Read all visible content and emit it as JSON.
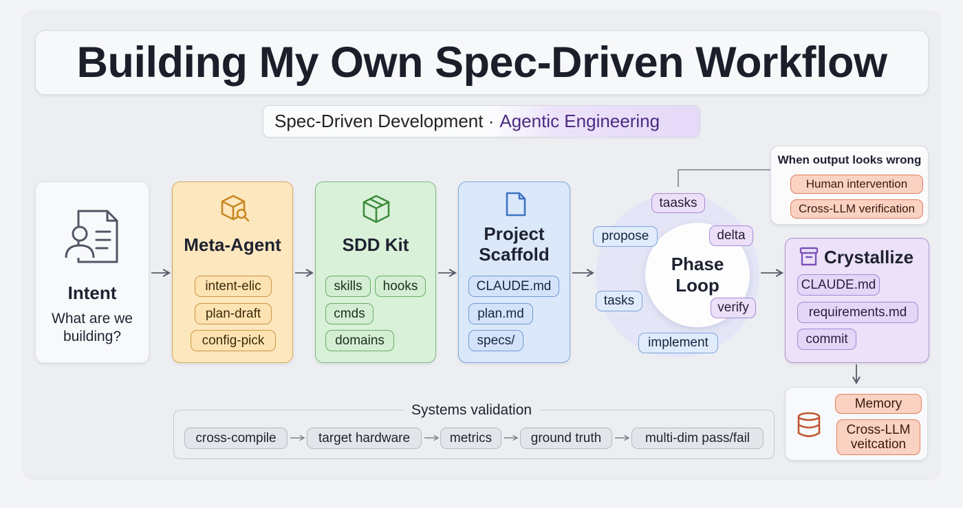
{
  "title": "Building My Own Spec-Driven Workflow",
  "subtitle": {
    "left": "Spec-Driven Development ·",
    "right": "Agentic Engineering"
  },
  "intent": {
    "icon": "user-document-icon",
    "title": "Intent",
    "text_line1": "What are we",
    "text_line2": "building?"
  },
  "meta_agent": {
    "icon": "cube-search-icon",
    "title": "Meta-Agent",
    "chips": [
      "intent-elic",
      "plan-draft",
      "config-pick"
    ]
  },
  "sdd_kit": {
    "icon": "package-icon",
    "title": "SDD Kit",
    "chips": [
      "skills",
      "hooks",
      "cmds",
      "domains"
    ]
  },
  "scaffold": {
    "icon": "file-icon",
    "title_line1": "Project",
    "title_line2": "Scaffold",
    "chips": [
      "CLAUDE.md",
      "plan.md",
      "specs/"
    ]
  },
  "phase_loop": {
    "title_line1": "Phase",
    "title_line2": "Loop",
    "steps": [
      "taasks",
      "delta",
      "verify",
      "implement",
      "tasks",
      "propose"
    ]
  },
  "when_wrong": {
    "title": "When output looks wrong",
    "items": [
      "Human intervention",
      "Cross-LLM verification"
    ]
  },
  "crystallize": {
    "icon": "archive-box-icon",
    "title": "Crystallize",
    "chips": [
      "CLAUDE.md",
      "requirements.md",
      "commit"
    ]
  },
  "memory": {
    "icon": "database-icon",
    "chips": [
      "Memory",
      "Cross-LLM veitcation"
    ],
    "chip2_line1": "Cross-LLM",
    "chip2_line2": "veitcation"
  },
  "systems_validation": {
    "title": "Systems validation",
    "steps": [
      "cross-compile",
      "target hardware",
      "metrics",
      "ground truth",
      "multi-dim pass/fail"
    ]
  },
  "colors": {
    "amber": "#fde7bf",
    "green": "#d9f1d8",
    "blue": "#dbe8fa",
    "purple": "#ece1f8",
    "salmon": "#fad2c2"
  }
}
